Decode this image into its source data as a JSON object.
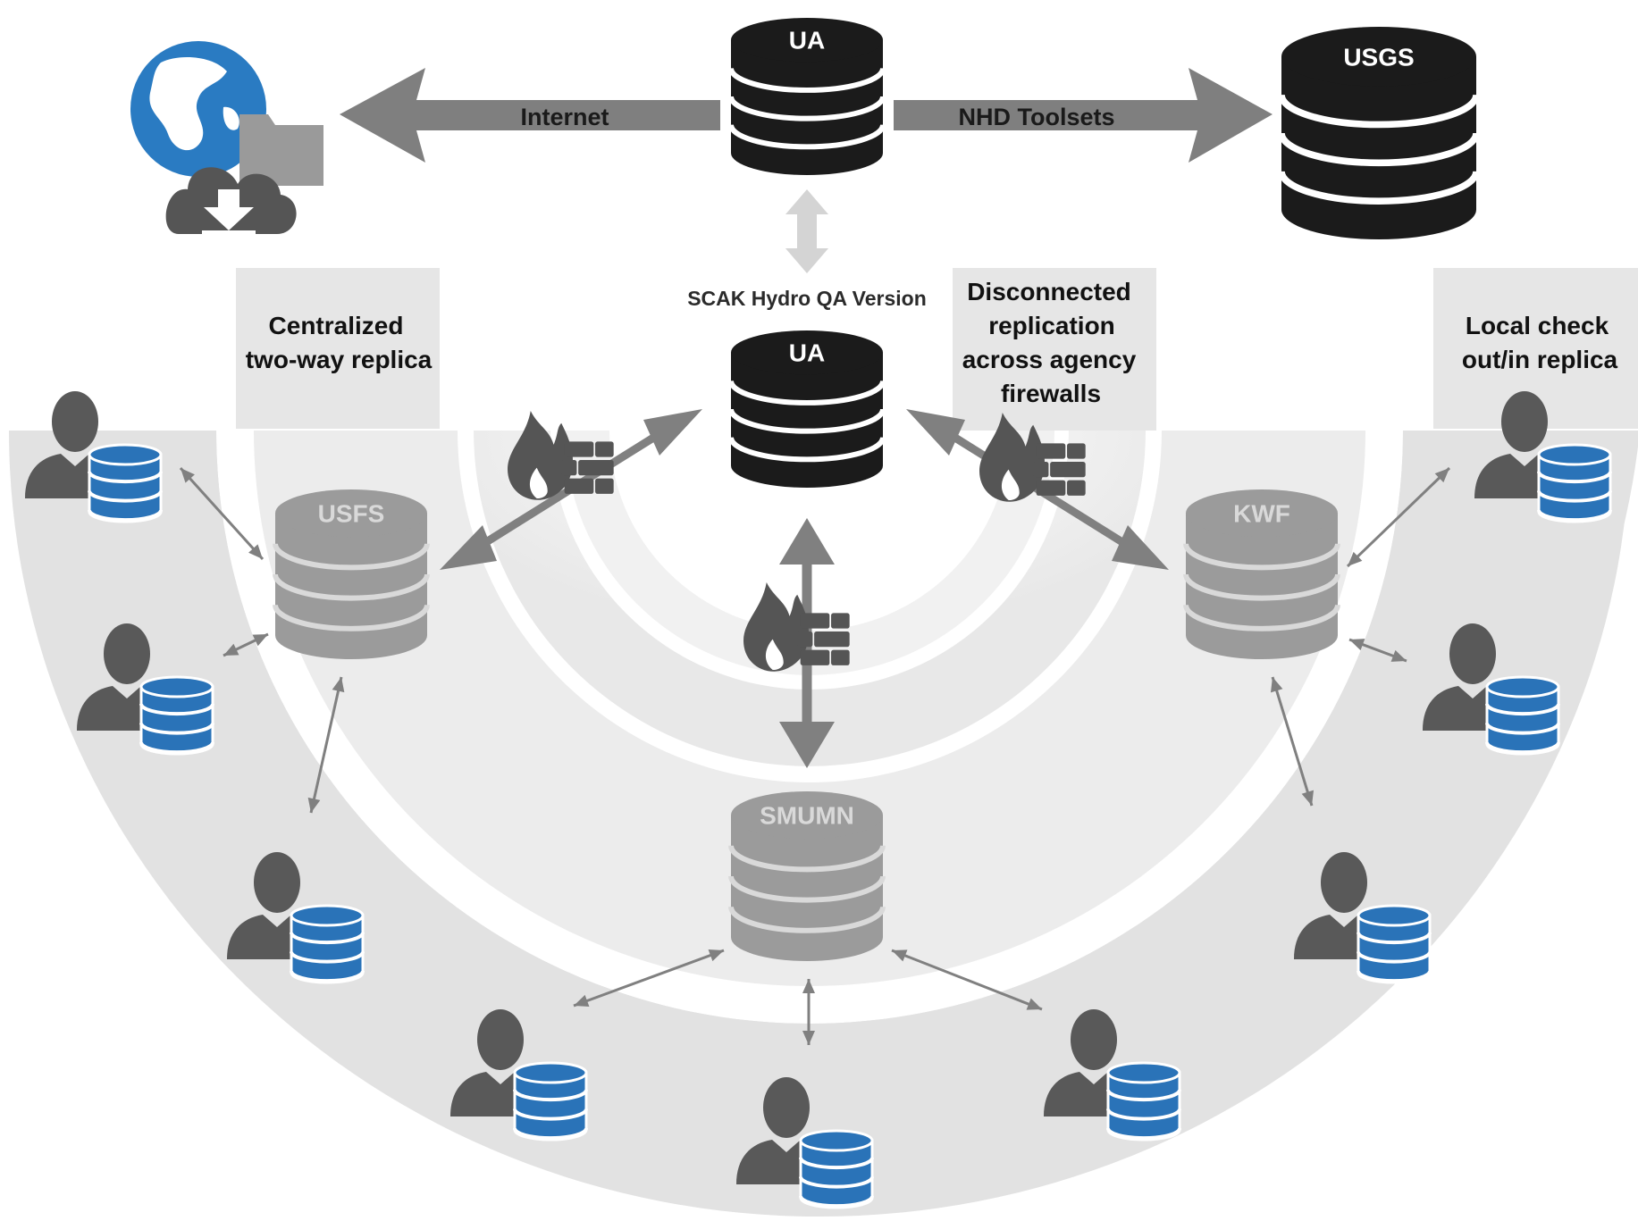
{
  "top_title_fragment": "",
  "databases": {
    "ua_master": "UA",
    "usgs": "USGS",
    "ua_qa": "UA",
    "usfs": "USFS",
    "kwf": "KWF",
    "smumn": "SMUMN"
  },
  "arrows": {
    "internet": "Internet",
    "nhd": "NHD Toolsets"
  },
  "qa_caption": "SCAK Hydro QA Version",
  "boxes": {
    "centralized": [
      "Centralized",
      "two-way replica"
    ],
    "disconnected": [
      "Disconnected",
      "replication",
      "across agency",
      "firewalls"
    ],
    "local": [
      "Local check",
      "out/in replica"
    ]
  },
  "colors": {
    "ring_light": "#e3e3e3",
    "ring_mid": "#d9d9d9",
    "box_fill": "#e6e6e6",
    "db_black": "#1b1b1b",
    "db_gray": "#9b9b9b",
    "db_blue": "#2a73b8",
    "person": "#595959",
    "arrow": "#808080",
    "globe_blue": "#2a7bc2"
  },
  "icons": {
    "globe": "globe-icon",
    "cloud_download": "cloud-download-icon",
    "folder": "folder-icon",
    "firewall": "firewall-icon",
    "user_database": "user-database-icon"
  }
}
